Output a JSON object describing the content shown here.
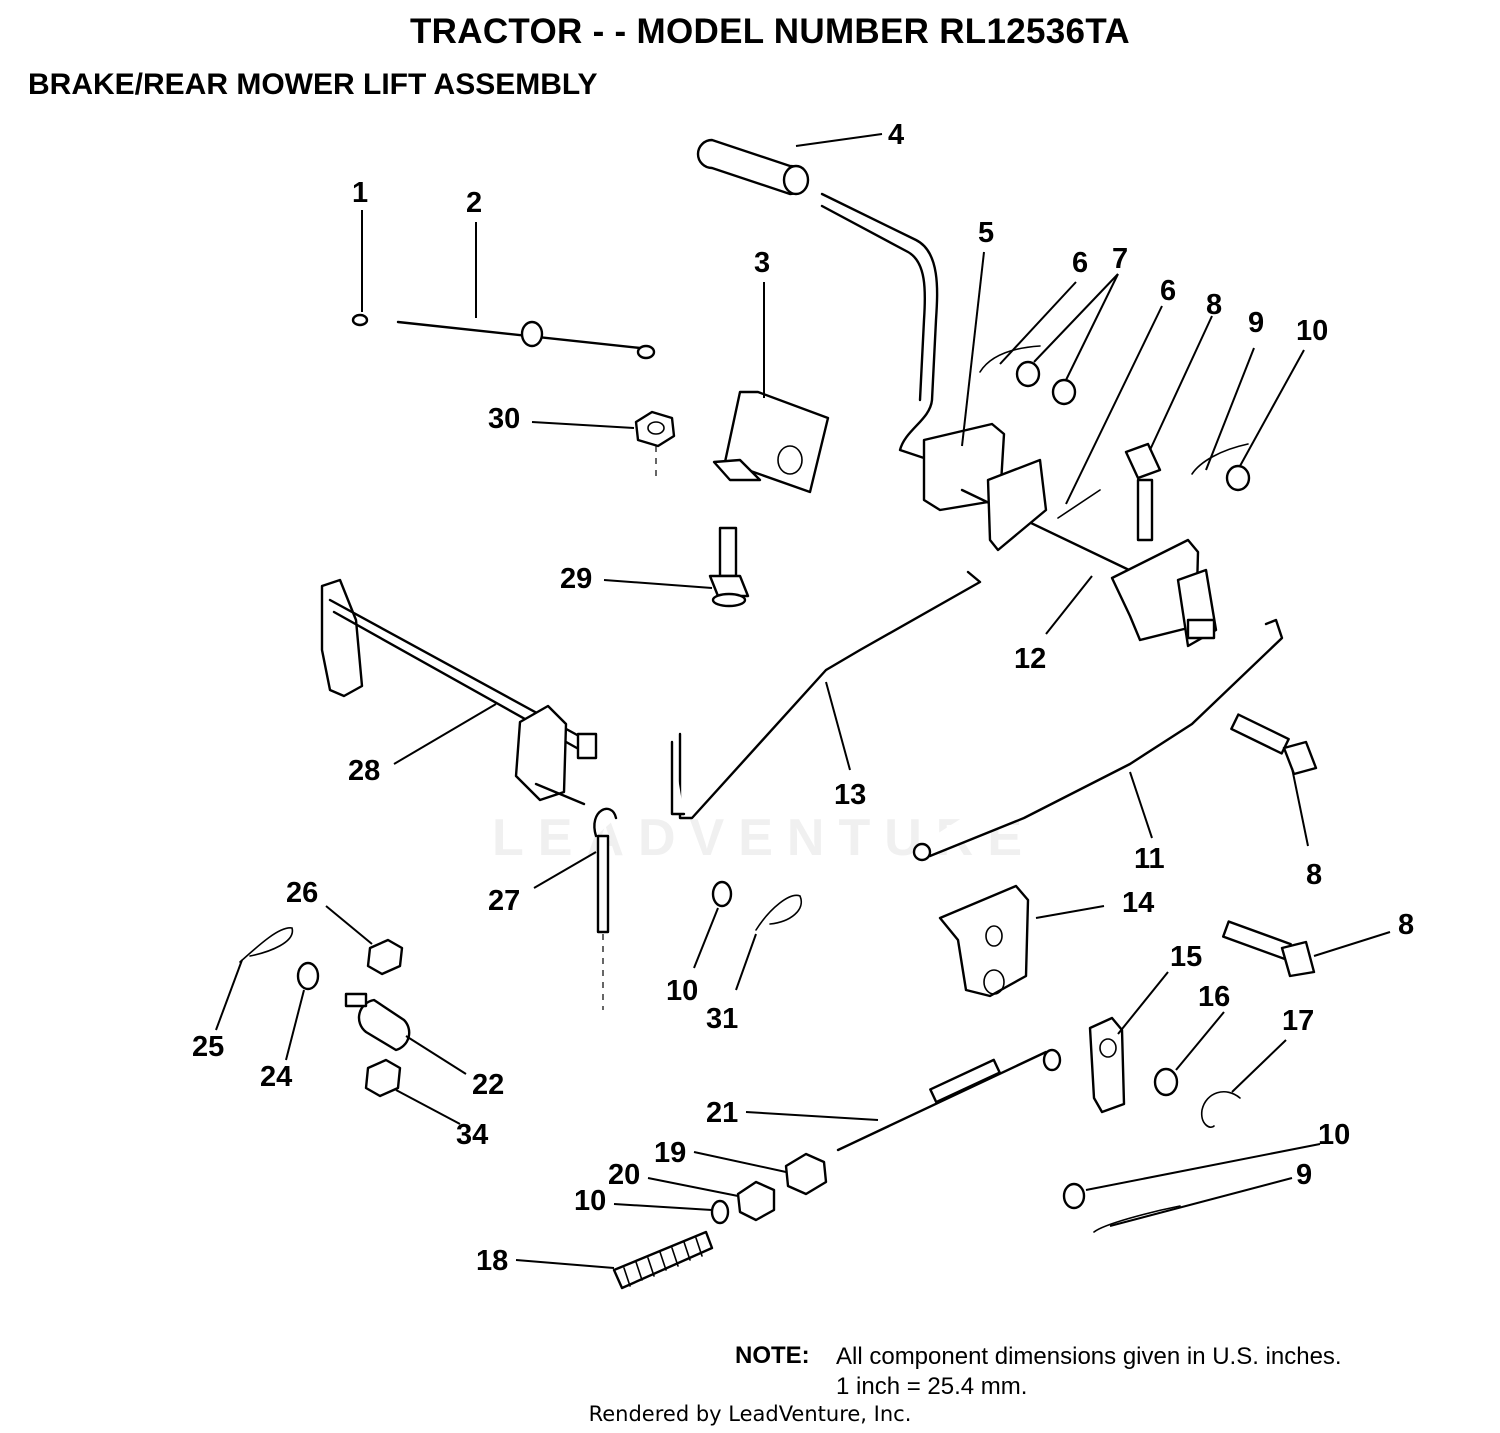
{
  "header": {
    "title": "TRACTOR - - MODEL NUMBER RL12536TA",
    "subtitle": "BRAKE/REAR MOWER LIFT ASSEMBLY"
  },
  "watermark": "LEADVENTURE",
  "callouts": [
    "1",
    "2",
    "3",
    "4",
    "5",
    "6",
    "7",
    "6",
    "8",
    "9",
    "10",
    "30",
    "29",
    "12",
    "13",
    "28",
    "11",
    "8",
    "27",
    "26",
    "14",
    "8",
    "10",
    "31",
    "25",
    "24",
    "22",
    "34",
    "15",
    "16",
    "17",
    "21",
    "10",
    "19",
    "20",
    "9",
    "10",
    "18"
  ],
  "note": {
    "label": "NOTE:",
    "line1": "All component dimensions given in U.S. inches.",
    "line2": "1 inch = 25.4 mm."
  },
  "credit": "Rendered by LeadVenture, Inc.",
  "colors": {
    "ink": "#000000",
    "paper": "#ffffff"
  }
}
